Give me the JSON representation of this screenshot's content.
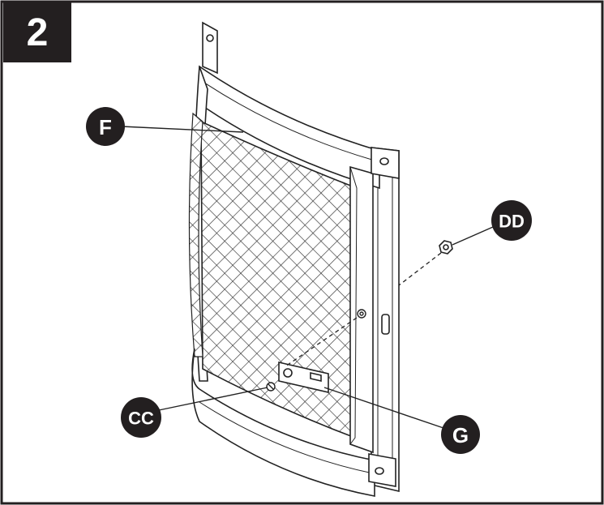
{
  "step": {
    "number": "2"
  },
  "callouts": {
    "F": "F",
    "DD": "DD",
    "CC": "CC",
    "G": "G"
  }
}
